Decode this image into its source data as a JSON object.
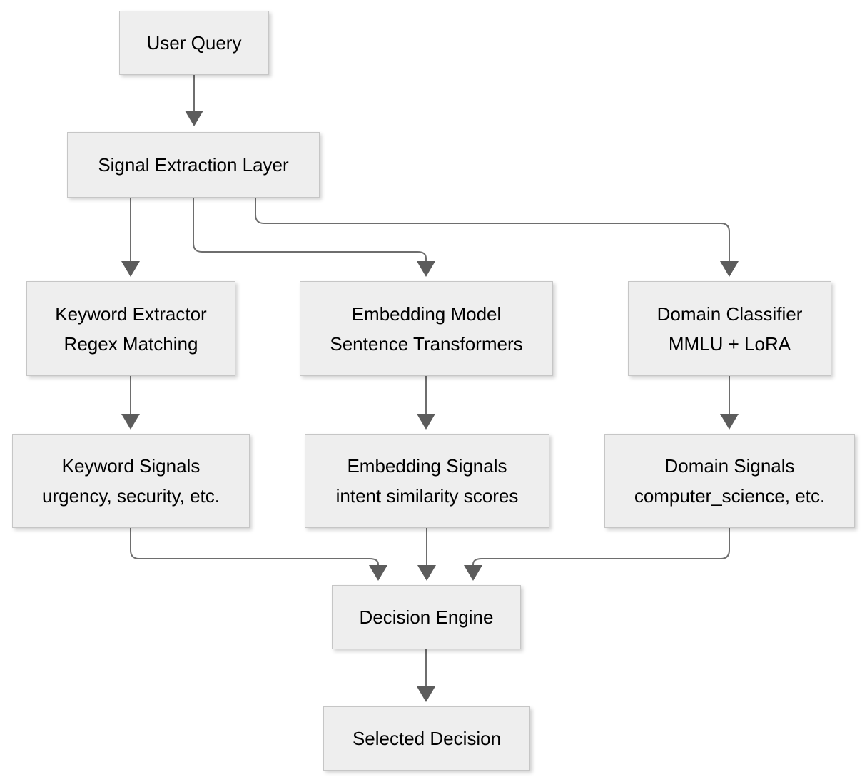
{
  "diagram": {
    "type": "flowchart",
    "nodes": {
      "user_query": {
        "label": "User Query"
      },
      "signal_extraction_layer": {
        "label": "Signal Extraction Layer"
      },
      "keyword_extractor": {
        "label": "Keyword Extractor",
        "sublabel": "Regex Matching"
      },
      "embedding_model": {
        "label": "Embedding Model",
        "sublabel": "Sentence Transformers"
      },
      "domain_classifier": {
        "label": "Domain Classifier",
        "sublabel": "MMLU + LoRA"
      },
      "keyword_signals": {
        "label": "Keyword Signals",
        "sublabel": "urgency, security, etc."
      },
      "embedding_signals": {
        "label": "Embedding Signals",
        "sublabel": "intent similarity scores"
      },
      "domain_signals": {
        "label": "Domain Signals",
        "sublabel": "computer_science, etc."
      },
      "decision_engine": {
        "label": "Decision Engine"
      },
      "selected_decision": {
        "label": "Selected Decision"
      }
    },
    "edges": [
      {
        "from": "user_query",
        "to": "signal_extraction_layer"
      },
      {
        "from": "signal_extraction_layer",
        "to": "keyword_extractor"
      },
      {
        "from": "signal_extraction_layer",
        "to": "embedding_model"
      },
      {
        "from": "signal_extraction_layer",
        "to": "domain_classifier"
      },
      {
        "from": "keyword_extractor",
        "to": "keyword_signals"
      },
      {
        "from": "embedding_model",
        "to": "embedding_signals"
      },
      {
        "from": "domain_classifier",
        "to": "domain_signals"
      },
      {
        "from": "keyword_signals",
        "to": "decision_engine"
      },
      {
        "from": "embedding_signals",
        "to": "decision_engine"
      },
      {
        "from": "domain_signals",
        "to": "decision_engine"
      },
      {
        "from": "decision_engine",
        "to": "selected_decision"
      }
    ],
    "colors": {
      "background": "#ffffff",
      "node_fill": "#eeeeee",
      "node_border": "#c6c6c6",
      "connector": "#6e6e6e",
      "arrowhead": "#5c5c5c",
      "text": "#000000"
    }
  }
}
